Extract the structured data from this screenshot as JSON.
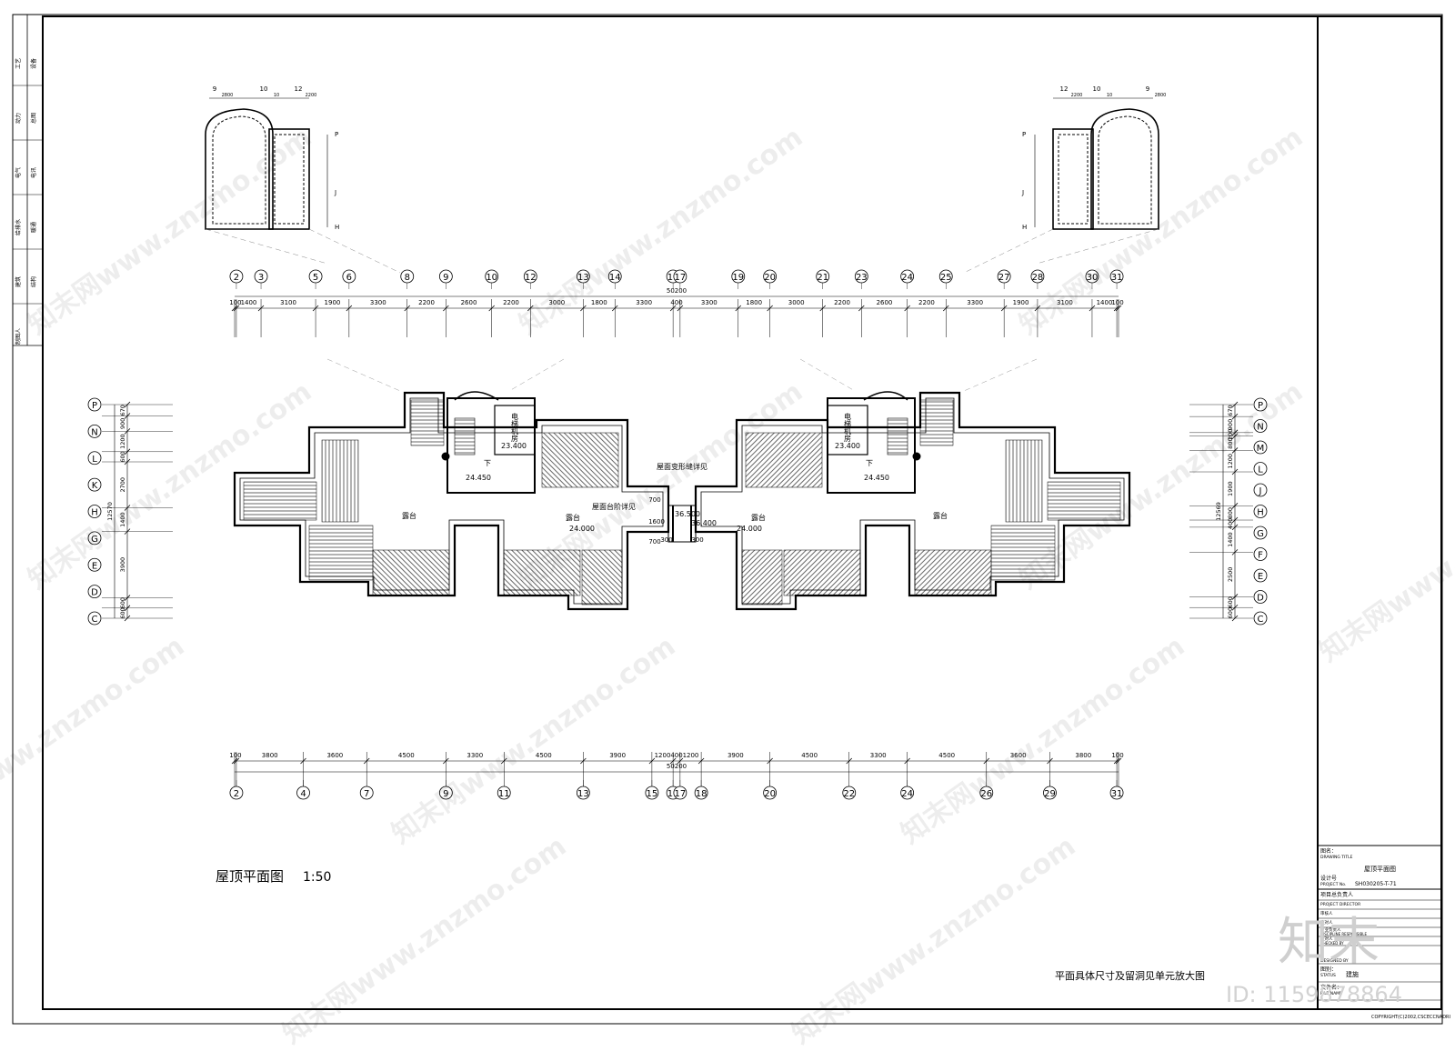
{
  "left_strip_labels": [
    "工艺",
    "设备",
    "动力",
    "总图",
    "电气",
    "电讯",
    "给排水",
    "暖通",
    "建筑",
    "结构",
    "制图人"
  ],
  "axes_top": [
    "2",
    "3",
    "5",
    "6",
    "8",
    "9",
    "10",
    "12",
    "13",
    "14",
    "16",
    "17",
    "19",
    "20",
    "21",
    "23",
    "24",
    "25",
    "27",
    "28",
    "30",
    "31"
  ],
  "dims_top": [
    "100",
    "1400",
    "3100",
    "1900",
    "3300",
    "2200",
    "2600",
    "2200",
    "3000",
    "1800",
    "3300",
    "400",
    "3300",
    "1800",
    "3000",
    "2200",
    "2600",
    "2200",
    "3300",
    "1900",
    "3100",
    "1400",
    "100"
  ],
  "total_top": "50200",
  "axes_bottom": [
    "2",
    "4",
    "7",
    "9",
    "11",
    "13",
    "15",
    "16",
    "17",
    "18",
    "20",
    "22",
    "24",
    "26",
    "29",
    "31"
  ],
  "dims_bottom": [
    "100",
    "3800",
    "3600",
    "4500",
    "3300",
    "4500",
    "3900",
    "1200",
    "400",
    "1200",
    "3900",
    "4500",
    "3300",
    "4500",
    "3600",
    "3800",
    "100"
  ],
  "total_bottom": "50200",
  "axes_left": [
    "P",
    "N",
    "L",
    "K",
    "H",
    "G",
    "E",
    "D",
    "C"
  ],
  "dims_left": [
    "670",
    "900",
    "1200",
    "600",
    "2700",
    "1400",
    "3900",
    "600",
    "600"
  ],
  "total_left": "12570",
  "axes_right": [
    "P",
    "N",
    "M",
    "L",
    "J",
    "H",
    "G",
    "F",
    "E",
    "D",
    "C"
  ],
  "dims_right": [
    "670",
    "900",
    "200",
    "800",
    "1200",
    "1900",
    "800",
    "400",
    "1400",
    "2500",
    "600",
    "600"
  ],
  "total_right": "12569",
  "detail_left": {
    "axes_top": [
      "9",
      "10",
      "12"
    ],
    "dims": [
      "2800",
      "10",
      "2200"
    ],
    "axes_side": [
      "P",
      "J",
      "H"
    ]
  },
  "detail_right": {
    "axes_top": [
      "12",
      "10",
      "9"
    ],
    "dims": [
      "2200",
      "10",
      "2800"
    ],
    "axes_side": [
      "P",
      "J",
      "H"
    ]
  },
  "plan_labels": {
    "elevator_room": "电梯机房",
    "terrace": "露台",
    "down": "下",
    "roof_slope_note": "屋面变形缝详见",
    "roof_step_note": "屋面台阶详见",
    "elev_23400": "23.400",
    "elev_24450": "24.450",
    "elev_24000": "24.000",
    "elev_36500": "36.500",
    "elev_36400": "36.400",
    "dim_700": "700",
    "dim_1600": "1600",
    "dim_300": "300"
  },
  "drawing_title": "屋顶平面图",
  "drawing_scale": "1:50",
  "bottom_note": "平面具体尺寸及留洞见单元放大图",
  "title_block": {
    "drawing_title_cn": "图名：",
    "drawing_title_en": "DRAWING TITLE",
    "drawing_title_value": "屋顶平面图",
    "design_no_cn": "设计号",
    "design_no_en": "PROJECT No.",
    "design_no_value": "SH030205-T-71",
    "director_cn": "项目总负责人",
    "director_en": "PROJECT DIRECTOR",
    "r1": "审核人",
    "r2": "校对人",
    "r3": "专业负责人",
    "r3_en": "DISCIPLINE RESPONSIBLE",
    "r4": "校对人",
    "r4_en": "CHECKED BY",
    "designer_en": "DESIGNED BY",
    "status_cn": "图别：",
    "status_en": "STATUS",
    "status_value": "建施",
    "file_cn": "文件名：",
    "file_en": "FILE NAME",
    "copyright": "COPYRIGHT(C)2002,CSCECCNADRI"
  },
  "watermark_text": "知末网www.znzmo.com",
  "logo_text": "知末",
  "id_text": "ID: 1159878864"
}
